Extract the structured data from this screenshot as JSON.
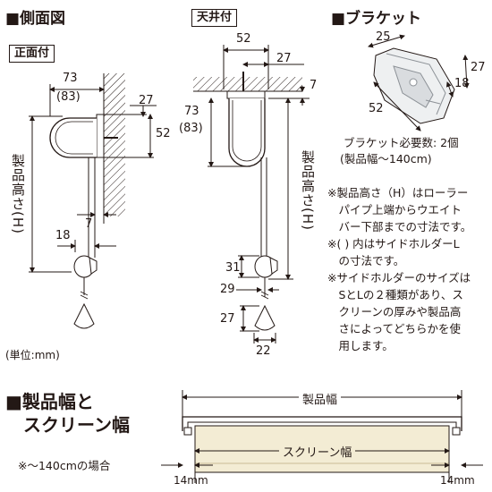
{
  "side_view": {
    "header": "■側面図",
    "wall_label": "正面付",
    "ceiling_label": "天井付",
    "unit_note": "(単位:mm)",
    "height_label": "製品高さ(H)",
    "wall_dims": {
      "w73": "73",
      "w83": "(83)",
      "d27": "27",
      "d52": "52",
      "d7": "7",
      "d18": "18"
    },
    "ceiling_dims": {
      "w52": "52",
      "w27": "27",
      "d7": "7",
      "h73": "73",
      "h83": "(83)",
      "d31": "31",
      "d29": "29",
      "d27": "27",
      "d22": "22"
    }
  },
  "bracket": {
    "header": "■ブラケット",
    "dims": {
      "d25": "25",
      "d27": "27",
      "d18": "18",
      "d52": "52"
    },
    "caption_line1": "ブラケット必要数: 2個",
    "caption_line2": "(製品幅～140cm)"
  },
  "notes": [
    "※製品高さ（H）はローラー",
    "　パイプ上端からウエイト",
    "　バー下部までの寸法です。",
    "※(  ) 内はサイドホルダーL",
    "　の寸法です。",
    "※サイドホルダーのサイズは",
    "　SとLの２種類があり、ス",
    "　クリーンの厚みや製品高",
    "　さによってどちらかを使",
    "　用します。"
  ],
  "width_section": {
    "header_line1": "■製品幅と",
    "header_line2": "スクリーン幅",
    "condition_note": "※～140cmの場合",
    "product_width_label": "製品幅",
    "screen_width_label": "スクリーン幅",
    "left_margin": "14mm",
    "right_margin": "14mm"
  }
}
